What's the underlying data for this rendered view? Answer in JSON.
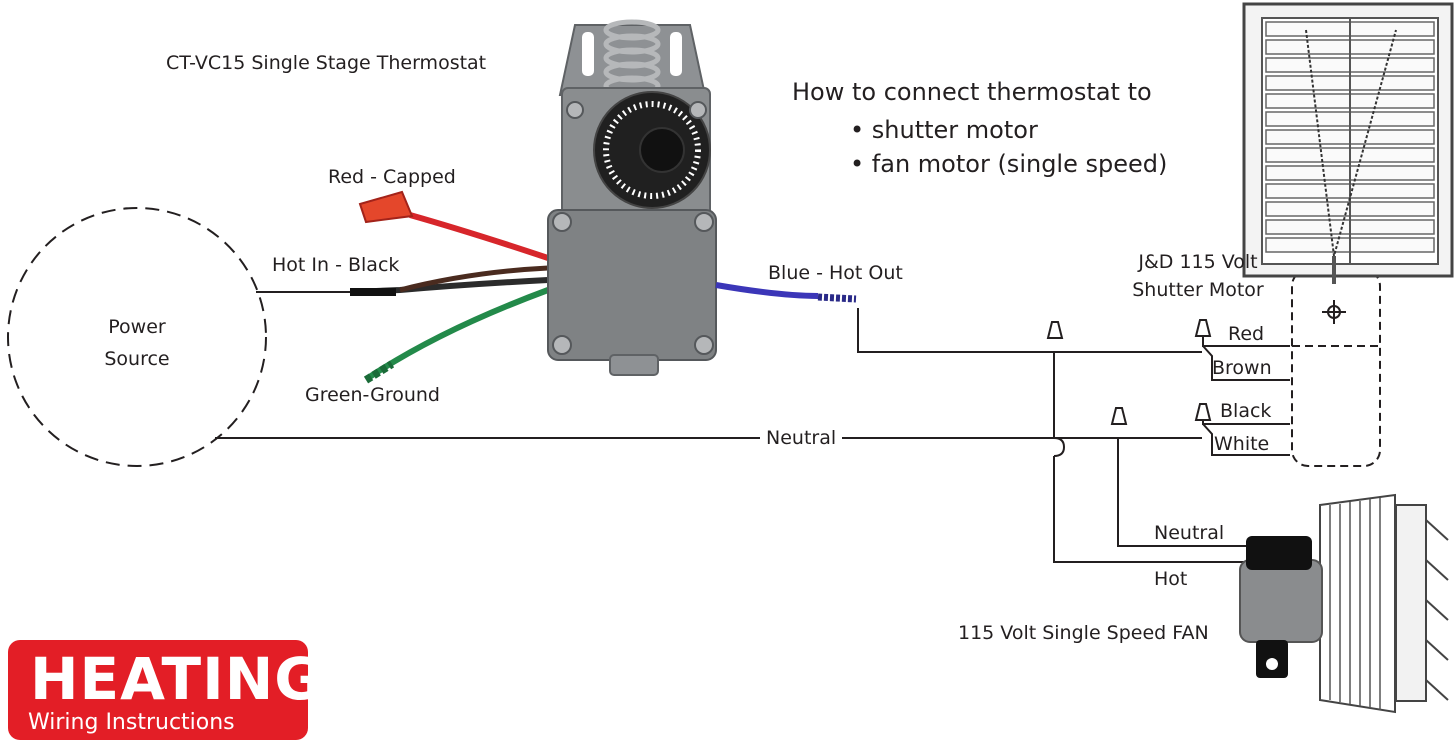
{
  "title": "CT-VC15 Single Stage Thermostat",
  "instructions": {
    "heading": "How to connect thermostat to",
    "items": [
      "shutter motor",
      "fan motor (single speed)"
    ],
    "bullet_glyph": "•"
  },
  "power_source": {
    "label": "Power Source"
  },
  "wires": {
    "red": "Red - Capped",
    "hot_in": "Hot In - Black",
    "green": "Green-Ground",
    "blue": "Blue - Hot Out",
    "neutral": "Neutral"
  },
  "shutter_motor": {
    "label": "J&D 115 Volt Shutter Motor",
    "leads": [
      "Red",
      "Brown",
      "Black",
      "White"
    ]
  },
  "fan": {
    "label": "115 Volt Single Speed FAN",
    "neutral_label": "Neutral",
    "hot_label": "Hot"
  },
  "badge": {
    "heading": "HEATING",
    "subheading": "Wiring Instructions"
  },
  "colors": {
    "red_wire": "#d7262b",
    "black_wire": "#2b2b2b",
    "green_wire": "#238a4a",
    "blue_wire": "#3b36b8",
    "thermostat_body": "#8a8d8f",
    "badge": "#e31e26"
  }
}
